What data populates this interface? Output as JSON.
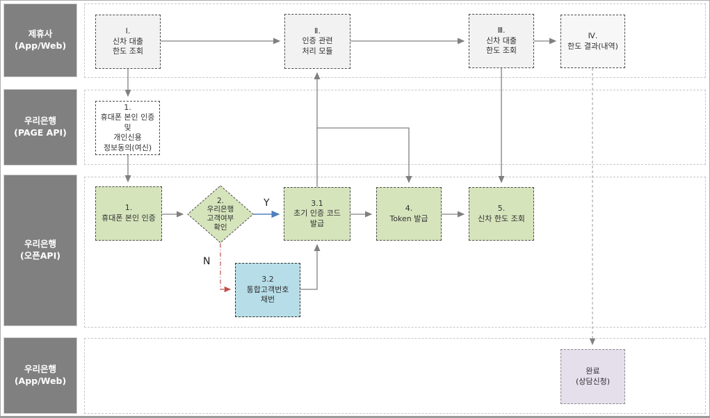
{
  "diagram": {
    "lanes": [
      {
        "id": "partner-app-web",
        "line1": "제휴사",
        "line2": "(App/Web)"
      },
      {
        "id": "woori-page-api",
        "line1": "우리은행",
        "line2": "(PAGE API)"
      },
      {
        "id": "woori-open-api",
        "line1": "우리은행",
        "line2": "(오픈API)"
      },
      {
        "id": "woori-app-web",
        "line1": "우리은행",
        "line2": "(App/Web)"
      }
    ],
    "nodes": {
      "p1_loan_limit": {
        "text": "Ⅰ.\n신차 대출\n한도 조회"
      },
      "p2_auth_module": {
        "text": "Ⅱ.\n인증 관련\n처리 모듈"
      },
      "p3_loan_limit": {
        "text": "Ⅲ.\n신차 대출\n한도 조회"
      },
      "p4_limit_result": {
        "text": "Ⅳ.\n한도 결과(내역)"
      },
      "page_phone_auth": {
        "text": "1.\n휴대폰 본인 인증\n및\n개인신용\n정보동의(여신)"
      },
      "open_phone_auth": {
        "text": "1.\n휴대폰 본인 인증"
      },
      "open_cust_check": {
        "text": "2.\n우리은행\n고객여부\n확인"
      },
      "open_init_code": {
        "text": "3.1\n초기 인증 코드\n발급"
      },
      "open_token": {
        "text": "4.\nToken 발급"
      },
      "open_limit": {
        "text": "5.\n신차 한도 조회"
      },
      "open_cust_no": {
        "text": "3.2\n통합고객번호\n채번"
      },
      "complete": {
        "text": "완료\n(상담신청)"
      }
    },
    "edge_labels": {
      "yes": "Y",
      "no": "N"
    },
    "colors": {
      "lane_label_bg": "#808080",
      "partner_node_fill": "#f2f2f2",
      "open_api_node_fill": "#d6e4bc",
      "customer_number_node_fill": "#b7dee8",
      "complete_node_fill": "#e5dfec",
      "connector_gray": "#808080",
      "yes_arrow_blue": "#4f81bd",
      "no_arrow_red": "#c0504d"
    }
  }
}
